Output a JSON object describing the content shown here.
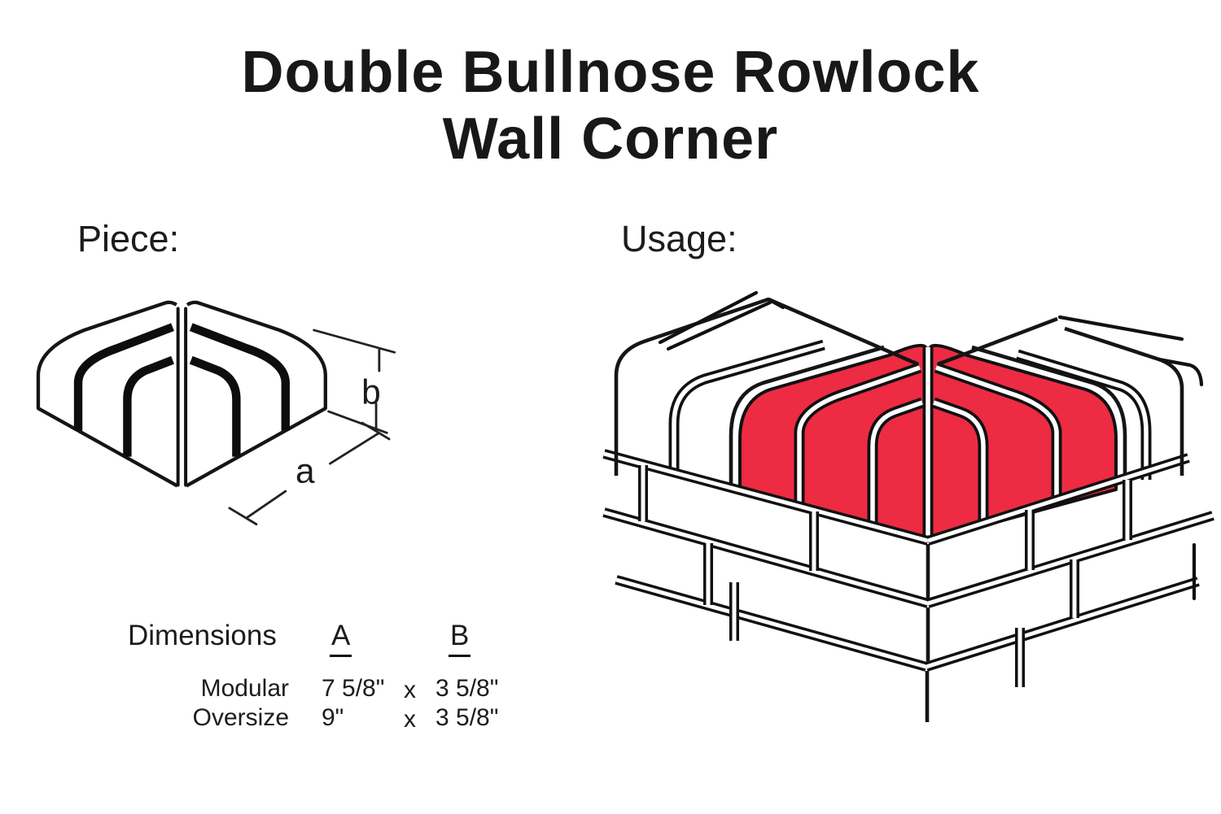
{
  "title": {
    "line1": "Double Bullnose Rowlock",
    "line2": "Wall Corner"
  },
  "sections": {
    "piece_label": "Piece:",
    "usage_label": "Usage:"
  },
  "piece_diagram": {
    "dim_a_label": "a",
    "dim_b_label": "b"
  },
  "dimensions_table": {
    "header": "Dimensions",
    "col_a": "A",
    "col_b": "B",
    "separator": "x",
    "rows": [
      {
        "name": "Modular",
        "a": "7 5/8\"",
        "b": "3 5/8\""
      },
      {
        "name": "Oversize",
        "a": "9\"",
        "b": "3 5/8\""
      }
    ]
  },
  "usage_diagram": {
    "highlight_color": "#ED2B43",
    "line_color": "#111111"
  }
}
